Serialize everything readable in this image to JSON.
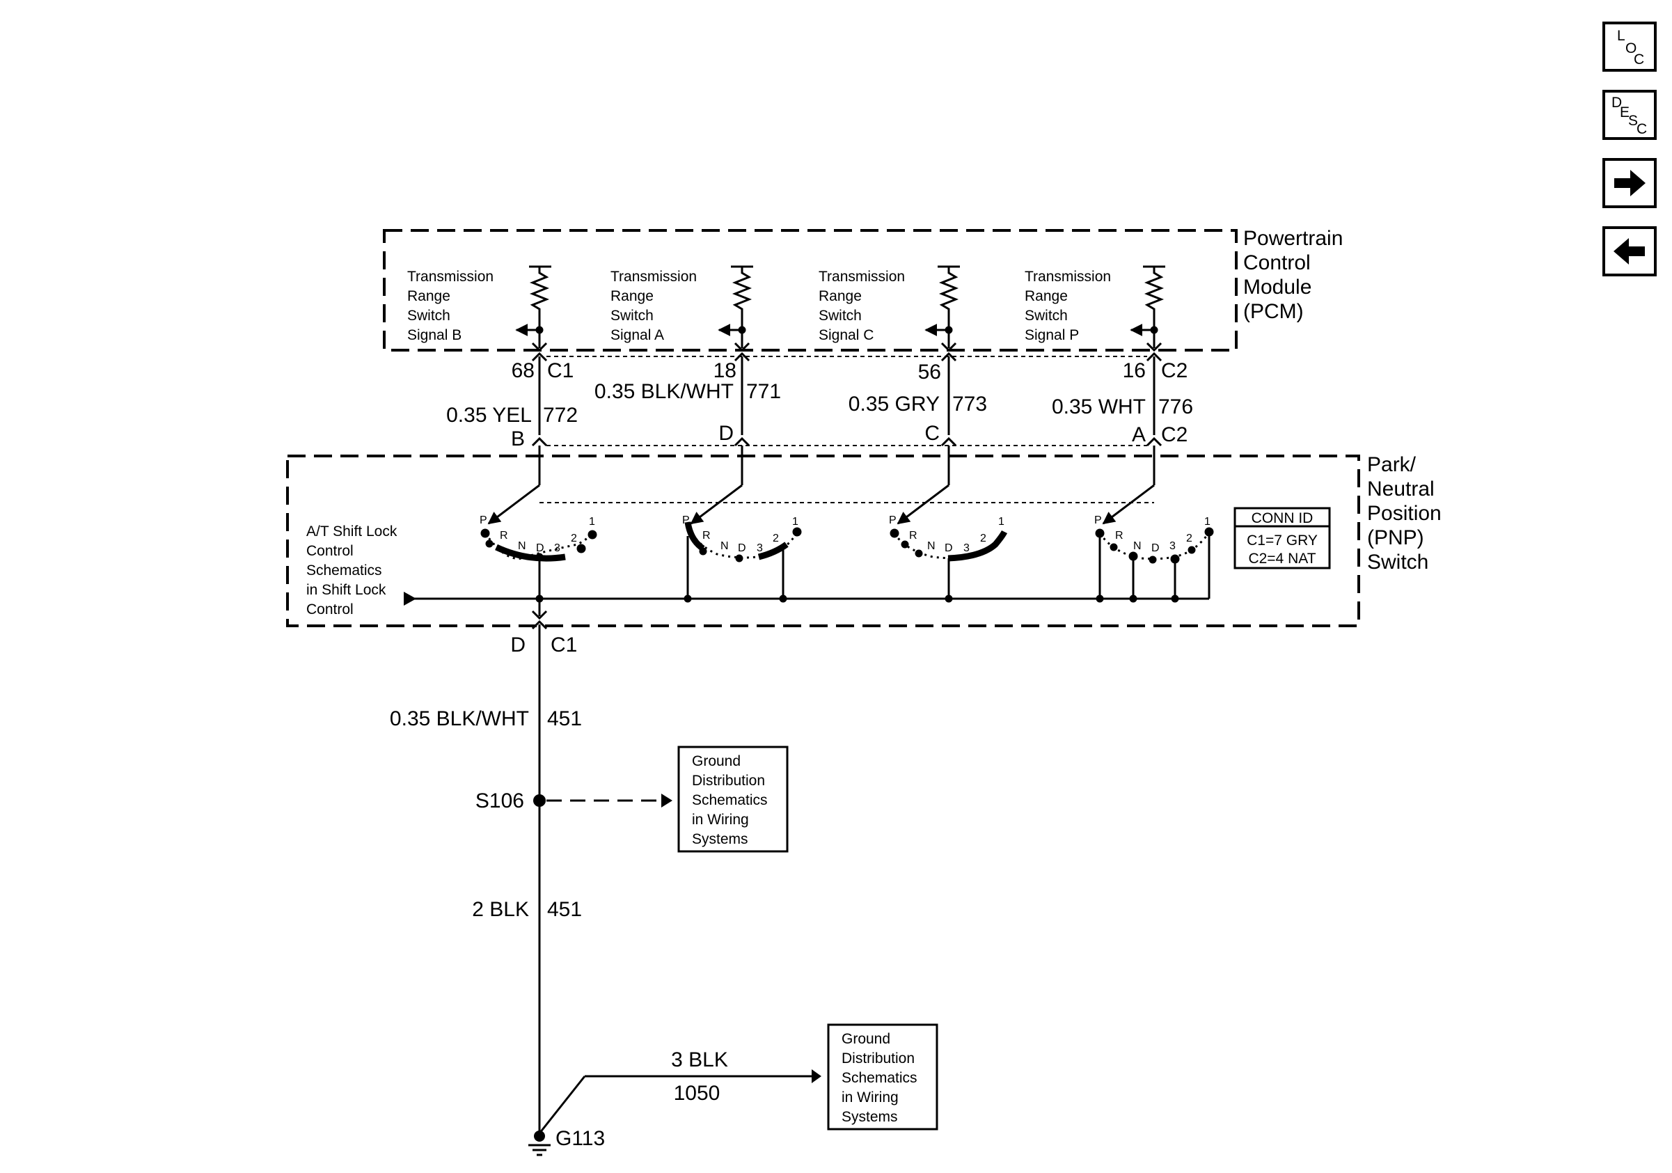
{
  "nav": {
    "loc": {
      "l1": "L",
      "l2": "O",
      "l3": "C"
    },
    "desc": {
      "l1": "D",
      "l2": "E",
      "l3": "S",
      "l4": "C"
    },
    "forward_icon": "right-arrow-icon",
    "back_icon": "left-arrow-icon"
  },
  "pcm": {
    "label_lines": [
      "Powertrain",
      "Control",
      "Module",
      "(PCM)"
    ],
    "signals": [
      {
        "lines": [
          "Transmission",
          "Range",
          "Switch",
          "Signal B"
        ]
      },
      {
        "lines": [
          "Transmission",
          "Range",
          "Switch",
          "Signal A"
        ]
      },
      {
        "lines": [
          "Transmission",
          "Range",
          "Switch",
          "Signal C"
        ]
      },
      {
        "lines": [
          "Transmission",
          "Range",
          "Switch",
          "Signal P"
        ]
      }
    ]
  },
  "circuits": [
    {
      "pin": "68",
      "connector": "C1",
      "wire": "0.35 YEL",
      "circuit": "772",
      "pnp_pin": "B"
    },
    {
      "pin": "18",
      "connector": "",
      "wire": "0.35 BLK/WHT",
      "circuit": "771",
      "pnp_pin": "D"
    },
    {
      "pin": "56",
      "connector": "",
      "wire": "0.35 GRY",
      "circuit": "773",
      "pnp_pin": "C"
    },
    {
      "pin": "16",
      "connector": "C2",
      "wire": "0.35 WHT",
      "circuit": "776",
      "pnp_pin": "A",
      "pnp_connector": "C2"
    }
  ],
  "pnp": {
    "label_lines": [
      "Park/",
      "Neutral",
      "Position",
      "(PNP)",
      "Switch"
    ],
    "shift_lock_lines": [
      "A/T Shift Lock",
      "Control",
      "Schematics",
      "in Shift Lock",
      "Control"
    ],
    "positions": [
      "P",
      "R",
      "N",
      "D",
      "3",
      "2",
      "1"
    ],
    "conn_id": {
      "title": "CONN ID",
      "c1": "C1=7 GRY",
      "c2": "C2=4 NAT"
    }
  },
  "ground": {
    "pnp_pin": "D",
    "pnp_connector": "C1",
    "wire1": "0.35 BLK/WHT",
    "circuit1": "451",
    "splice": "S106",
    "wire2": "2 BLK",
    "circuit2": "451",
    "wire3": "3 BLK",
    "circuit3": "1050",
    "ground_point": "G113",
    "ref_box_lines": [
      "Ground",
      "Distribution",
      "Schematics",
      "in Wiring",
      "Systems"
    ]
  }
}
